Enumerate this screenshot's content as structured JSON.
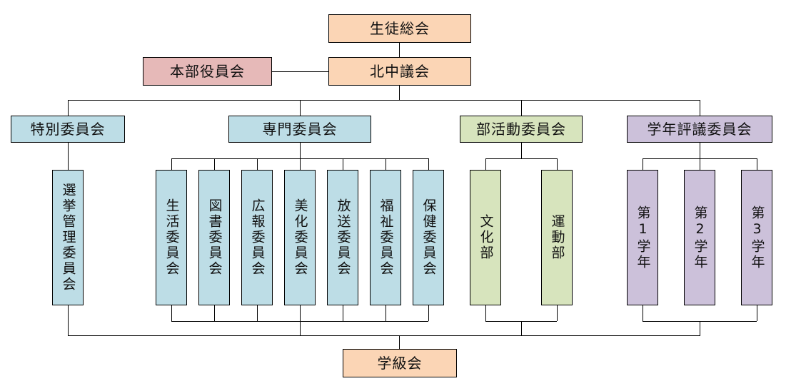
{
  "diagram": {
    "type": "org-chart",
    "root": {
      "label": "生徒総会"
    },
    "council": {
      "label": "北中議会"
    },
    "hq": {
      "label": "本部役員会"
    },
    "groups": [
      {
        "label": "特別委員会",
        "color": "#BDDDE6",
        "children": [
          "選挙管理委員会"
        ]
      },
      {
        "label": "専門委員会",
        "color": "#BDDDE6",
        "children": [
          "生活委員会",
          "図書委員会",
          "広報委員会",
          "美化委員会",
          "放送委員会",
          "福祉委員会",
          "保健委員会"
        ]
      },
      {
        "label": "部活動委員会",
        "color": "#D7E4BD",
        "children": [
          "文化部",
          "運動部"
        ]
      },
      {
        "label": "学年評議委員会",
        "color": "#CCC1DA",
        "children": [
          "第1学年",
          "第2学年",
          "第3学年"
        ]
      }
    ],
    "bottom": {
      "label": "学級会"
    },
    "colors": {
      "root_fill": "#FBD5B5",
      "hq_fill": "#E6B9B8",
      "blue_fill": "#BDDDE6",
      "green_fill": "#D7E4BD",
      "purple_fill": "#CCC1DA",
      "border": "#000000",
      "line": "#000000",
      "background": "#FFFFFF"
    }
  }
}
